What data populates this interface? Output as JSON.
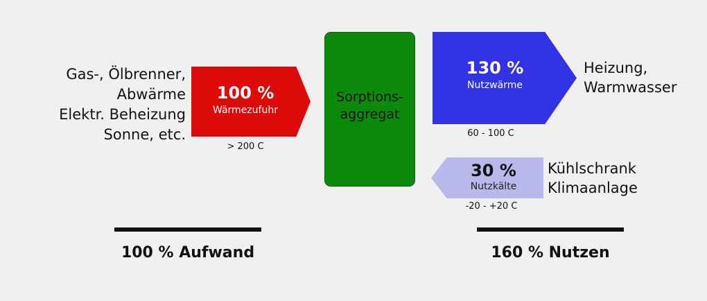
{
  "colors": {
    "background": "#f0f0f0",
    "input_arrow": "#dd0a0a",
    "aggregate": "#0b8a0b",
    "heat_arrow": "#3333e6",
    "cold_arrow": "#b8b8eb"
  },
  "sources": [
    "Gas-, Ölbrenner,",
    "Abwärme",
    "Elektr. Beheizung",
    "Sonne, etc."
  ],
  "input": {
    "percent": "100 %",
    "label": "Wärmezufuhr",
    "temperature": "> 200 C"
  },
  "aggregate": {
    "line1": "Sorptions-",
    "line2": "aggregat"
  },
  "heat_output": {
    "percent": "130 %",
    "label": "Nutzwärme",
    "temperature": "60  -  100 C",
    "use_line1": "Heizung,",
    "use_line2": "Warmwasser"
  },
  "cold_output": {
    "percent": "30 %",
    "label": "Nutzkälte",
    "temperature": "-20  -  +20 C",
    "use_line1": "Kühlschrank",
    "use_line2": "Klimaanlage"
  },
  "summary": {
    "effort": "100 % Aufwand",
    "benefit": "160 % Nutzen"
  }
}
